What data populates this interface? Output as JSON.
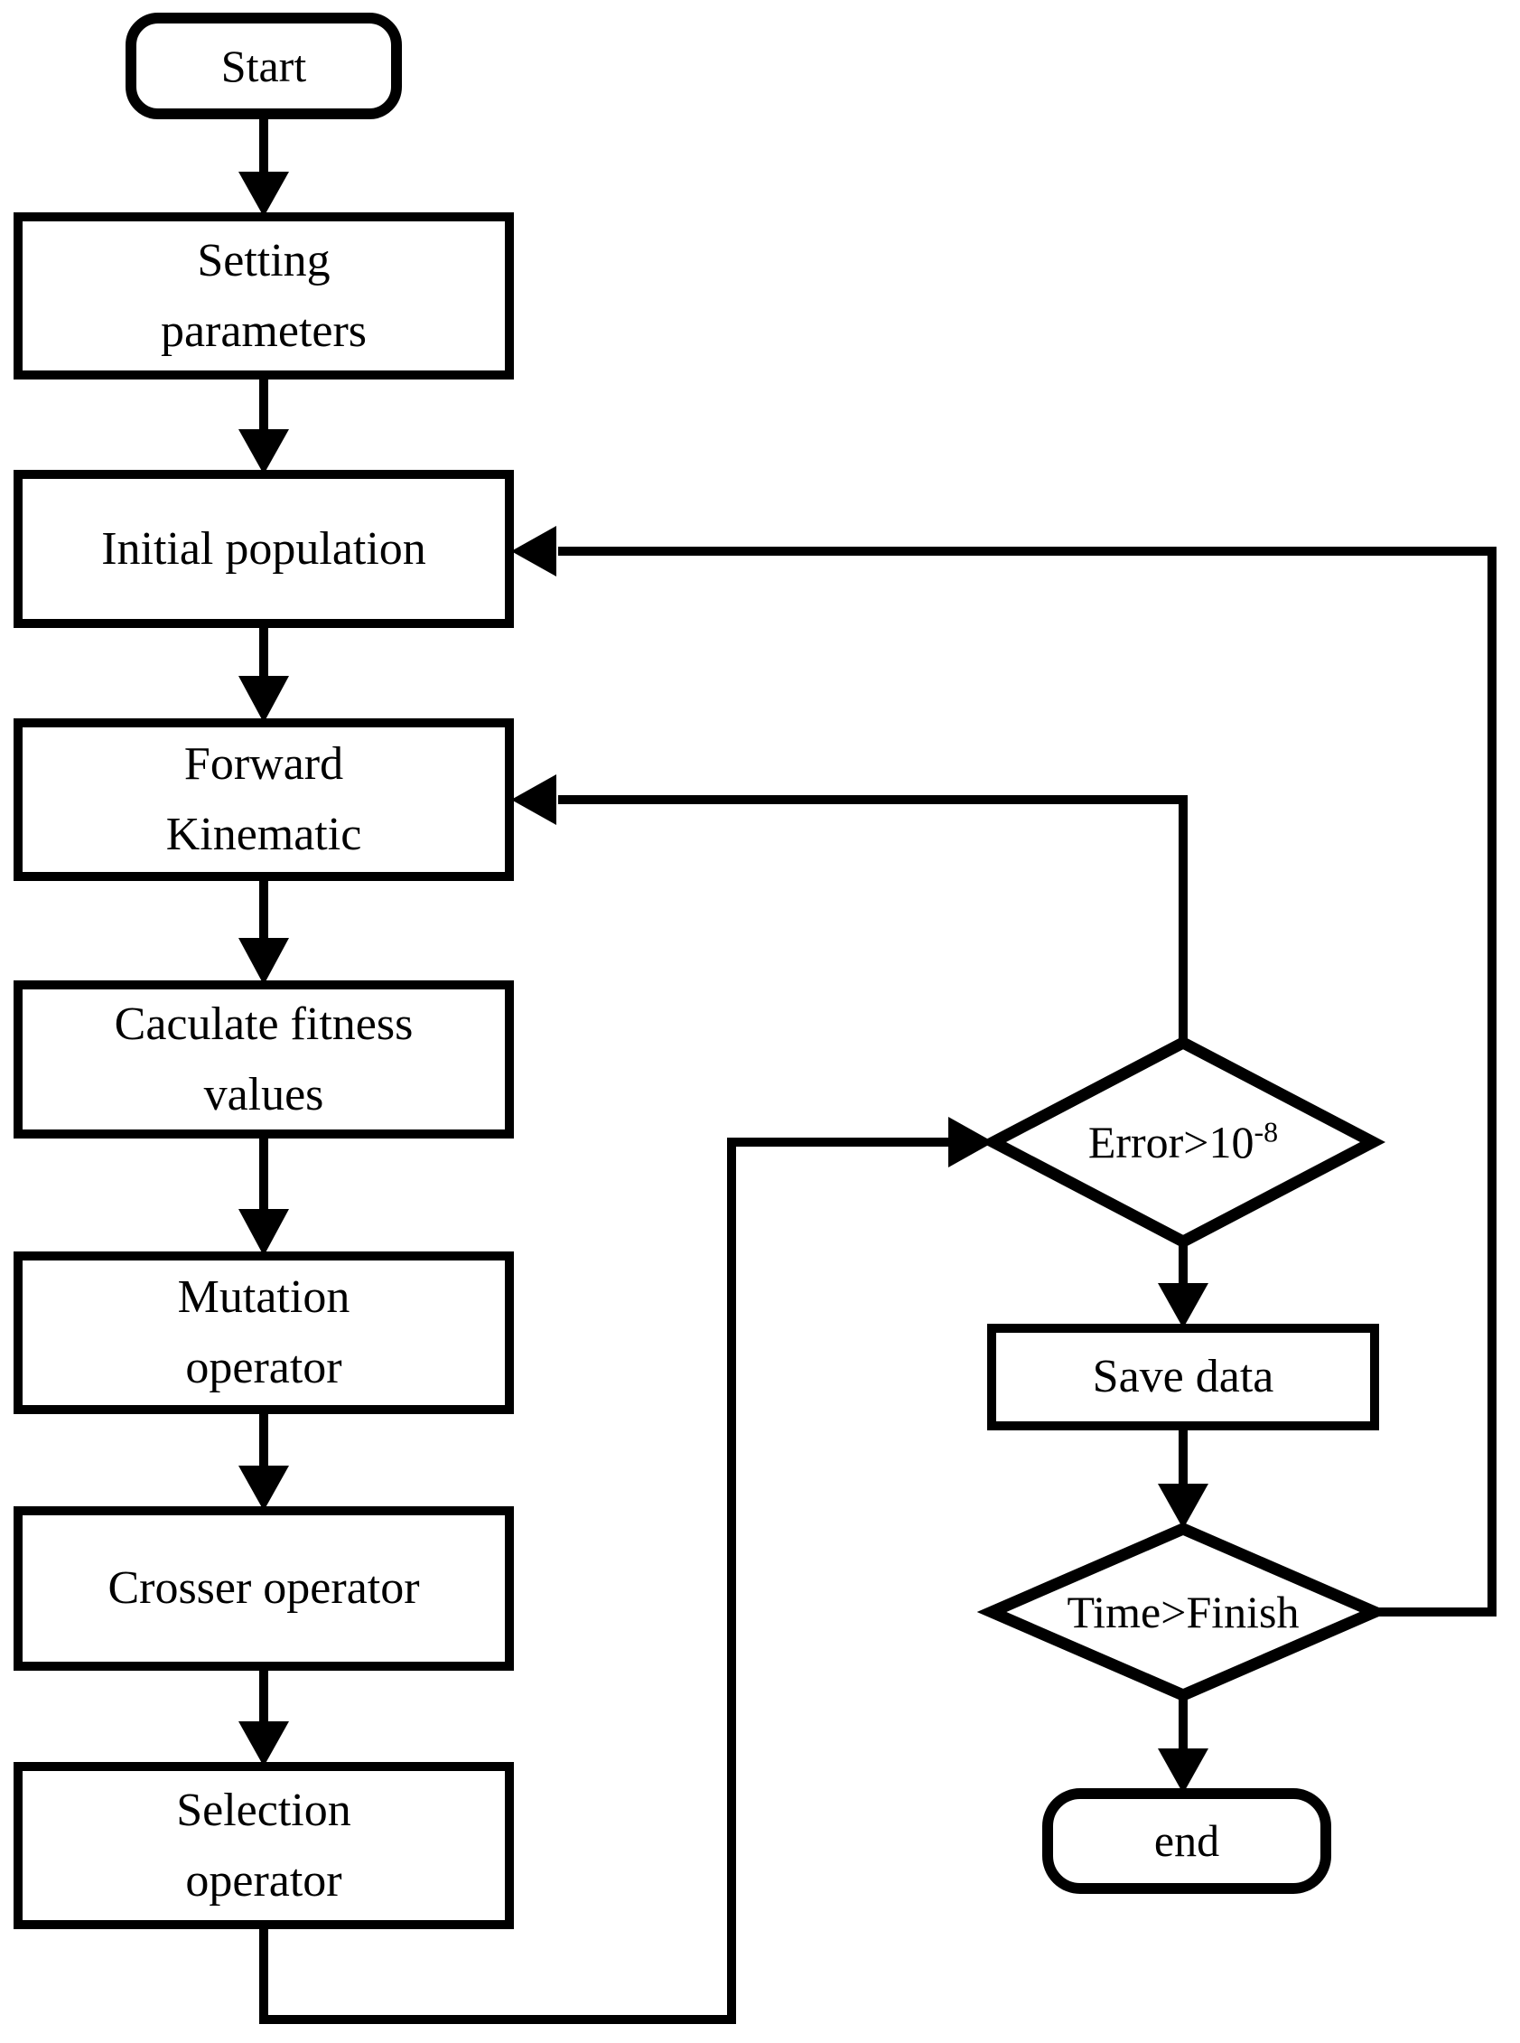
{
  "diagram": {
    "type": "flowchart",
    "background_color": "#ffffff",
    "stroke_color": "#000000",
    "fill_color": "#ffffff",
    "nodes": {
      "start": {
        "shape": "terminator",
        "label": "Start"
      },
      "setting_parameters": {
        "shape": "process",
        "label": "Setting parameters"
      },
      "initial_population": {
        "shape": "process",
        "label": "Initial population"
      },
      "forward_kinematic": {
        "shape": "process",
        "label": "Forward Kinematic"
      },
      "calculate_fitness": {
        "shape": "process",
        "label": "Caculate fitness values"
      },
      "mutation_operator": {
        "shape": "process",
        "label": "Mutation operator"
      },
      "crosser_operator": {
        "shape": "process",
        "label": "Crosser operator"
      },
      "selection_operator": {
        "shape": "process",
        "label": "Selection operator"
      },
      "error_check": {
        "shape": "decision",
        "label_base": "Error>10",
        "label_exponent": "-8"
      },
      "save_data": {
        "shape": "process",
        "label": "Save data"
      },
      "time_check": {
        "shape": "decision",
        "label": "Time>Finish"
      },
      "end": {
        "shape": "terminator",
        "label": "end"
      }
    },
    "edges": [
      {
        "from": "start",
        "to": "setting_parameters"
      },
      {
        "from": "setting_parameters",
        "to": "initial_population"
      },
      {
        "from": "initial_population",
        "to": "forward_kinematic"
      },
      {
        "from": "forward_kinematic",
        "to": "calculate_fitness"
      },
      {
        "from": "calculate_fitness",
        "to": "mutation_operator"
      },
      {
        "from": "mutation_operator",
        "to": "crosser_operator"
      },
      {
        "from": "crosser_operator",
        "to": "selection_operator"
      },
      {
        "from": "selection_operator",
        "to": "error_check"
      },
      {
        "from": "error_check",
        "to": "save_data"
      },
      {
        "from": "error_check",
        "to": "forward_kinematic"
      },
      {
        "from": "save_data",
        "to": "time_check"
      },
      {
        "from": "time_check",
        "to": "initial_population"
      },
      {
        "from": "time_check",
        "to": "end"
      }
    ]
  }
}
